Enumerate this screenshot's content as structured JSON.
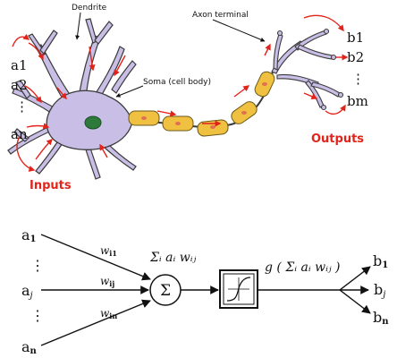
{
  "neuron": {
    "labels": {
      "dendrite": "Dendrite",
      "axon_terminal": "Axon terminal",
      "soma": "Soma (cell body)",
      "inputs": "Inputs",
      "outputs": "Outputs"
    },
    "inputs": [
      "a1",
      "a2",
      "⋮",
      "an"
    ],
    "outputs": [
      "b1",
      "b2",
      "⋮",
      "bm"
    ],
    "colors": {
      "cell_body": "#c9bfe6",
      "cell_outline": "#3a3a3a",
      "nucleus": "#2e7a3a",
      "myelin": "#f0c040",
      "arrows": "#e2231a"
    }
  },
  "model": {
    "inputs": {
      "a1": "a",
      "a1_sub": "1",
      "dots_top": "⋮",
      "aj": "a",
      "aj_sub": "j",
      "dots_bottom": "⋮",
      "an": "a",
      "an_sub": "n"
    },
    "weights": {
      "w1": "w",
      "w1_sub": "i1",
      "wj": "w",
      "wj_sub": "ij",
      "wn": "w",
      "wn_sub": "in"
    },
    "sum_symbol": "Σ",
    "sum_expr": "Σᵢ aᵢ wᵢⱼ",
    "activation_expr": "g ( Σᵢ aᵢ wᵢⱼ )",
    "outputs": {
      "b1": "b",
      "b1_sub": "1",
      "bj": "b",
      "bj_sub": "j",
      "bn": "b",
      "bn_sub": "n"
    }
  }
}
